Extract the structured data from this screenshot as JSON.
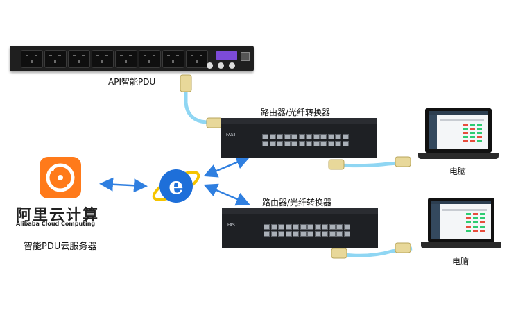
{
  "labels": {
    "pdu": "API智能PDU",
    "router_top": "路由器/光纤转换器",
    "router_bottom": "路由器/光纤转换器",
    "pc_top": "电脑",
    "pc_bottom": "电脑",
    "cloud_server": "智能PDU云服务器"
  },
  "cloud_logo": {
    "name_cn": "阿里云计算",
    "name_en": "Alibaba Cloud Computing"
  },
  "switch_brand": "FAST",
  "icons": [
    "pdu-icon",
    "ethernet-cable-icon",
    "switch-icon",
    "laptop-icon",
    "internet-explorer-icon",
    "alibaba-cloud-logo",
    "bidirectional-arrow-icon"
  ],
  "colors": {
    "arrow": "#2f7fe0",
    "cable": "#8fd6f3",
    "cloud_orange": "#ff7a1a",
    "pdu_display": "#7d4bd8"
  }
}
